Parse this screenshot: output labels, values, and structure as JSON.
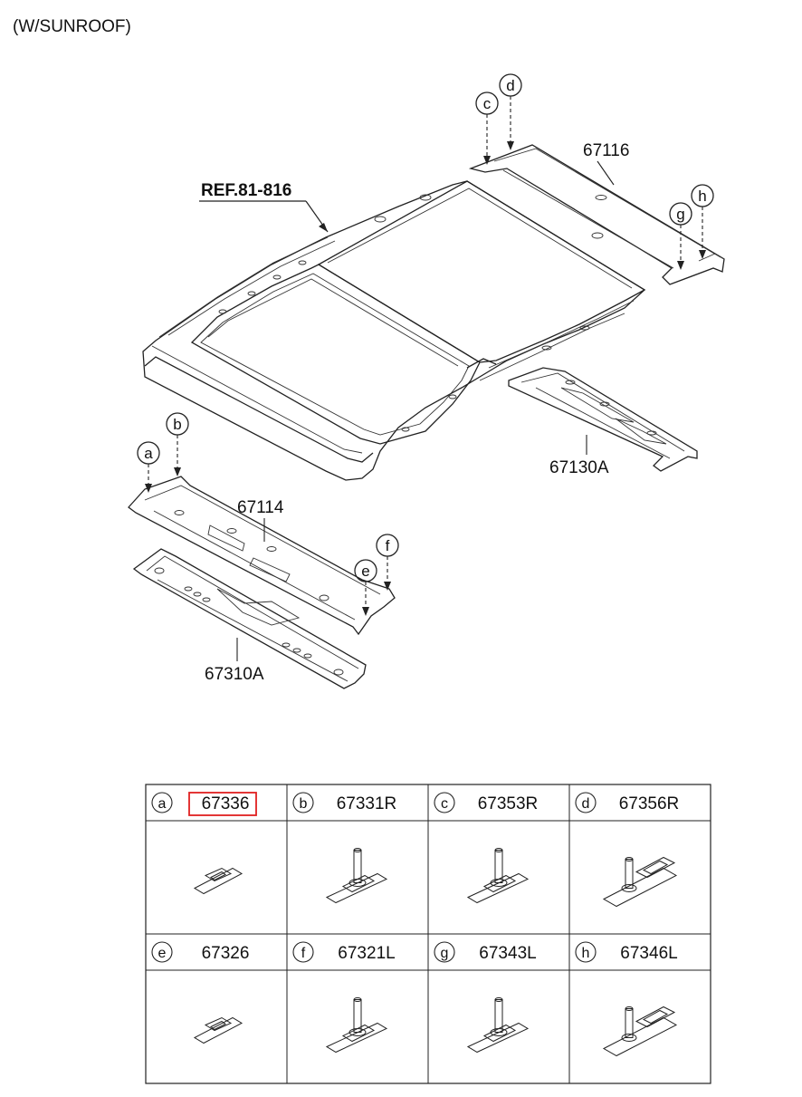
{
  "header": {
    "variant_label": "(W/SUNROOF)"
  },
  "diagram": {
    "reference_label": "REF.81-816",
    "parts": {
      "front_rail": "67114",
      "front_rail_reinforcement": "67310A",
      "rear_rail": "67116",
      "center_bow": "67130A"
    },
    "callouts": [
      "a",
      "b",
      "c",
      "d",
      "e",
      "f",
      "g",
      "h"
    ]
  },
  "legend": {
    "cells": [
      {
        "letter": "a",
        "part_number": "67336",
        "highlighted": true,
        "icon": "small-clip-icon"
      },
      {
        "letter": "b",
        "part_number": "67331R",
        "highlighted": false,
        "icon": "bolt-clip-icon"
      },
      {
        "letter": "c",
        "part_number": "67353R",
        "highlighted": false,
        "icon": "bolt-clip-icon"
      },
      {
        "letter": "d",
        "part_number": "67356R",
        "highlighted": false,
        "icon": "bolt-bracket-clip-icon"
      },
      {
        "letter": "e",
        "part_number": "67326",
        "highlighted": false,
        "icon": "small-clip-icon"
      },
      {
        "letter": "f",
        "part_number": "67321L",
        "highlighted": false,
        "icon": "bolt-clip-icon"
      },
      {
        "letter": "g",
        "part_number": "67343L",
        "highlighted": false,
        "icon": "bolt-clip-icon"
      },
      {
        "letter": "h",
        "part_number": "67346L",
        "highlighted": false,
        "icon": "bolt-bracket-clip-icon"
      }
    ],
    "highlight_color": "#e02020"
  }
}
